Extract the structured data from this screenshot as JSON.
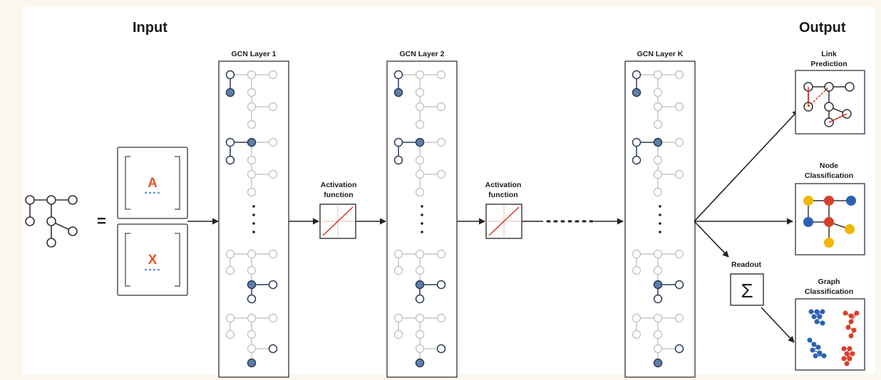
{
  "headers": {
    "input": "Input",
    "output": "Output"
  },
  "equals": "=",
  "matrices": {
    "a": "A",
    "x": "X"
  },
  "layers": [
    "GCN Layer 1",
    "GCN Layer 2",
    "GCN Layer K"
  ],
  "activation": {
    "line1": "Activation",
    "line2": "function"
  },
  "readout": "Readout",
  "sigma": "Σ",
  "tasks": [
    {
      "line1": "Link",
      "line2": "Prediction"
    },
    {
      "line1": "Node",
      "line2": "Classification"
    },
    {
      "line1": "Graph",
      "line2": "Classification"
    }
  ],
  "colors": {
    "node_dark": "#5f7fa8",
    "grey": "#c7c7c7",
    "link": "#d93025",
    "orange": "#e2562a",
    "yellow": "#f2b705",
    "blue": "#2c62b3",
    "red": "#d8402c"
  }
}
